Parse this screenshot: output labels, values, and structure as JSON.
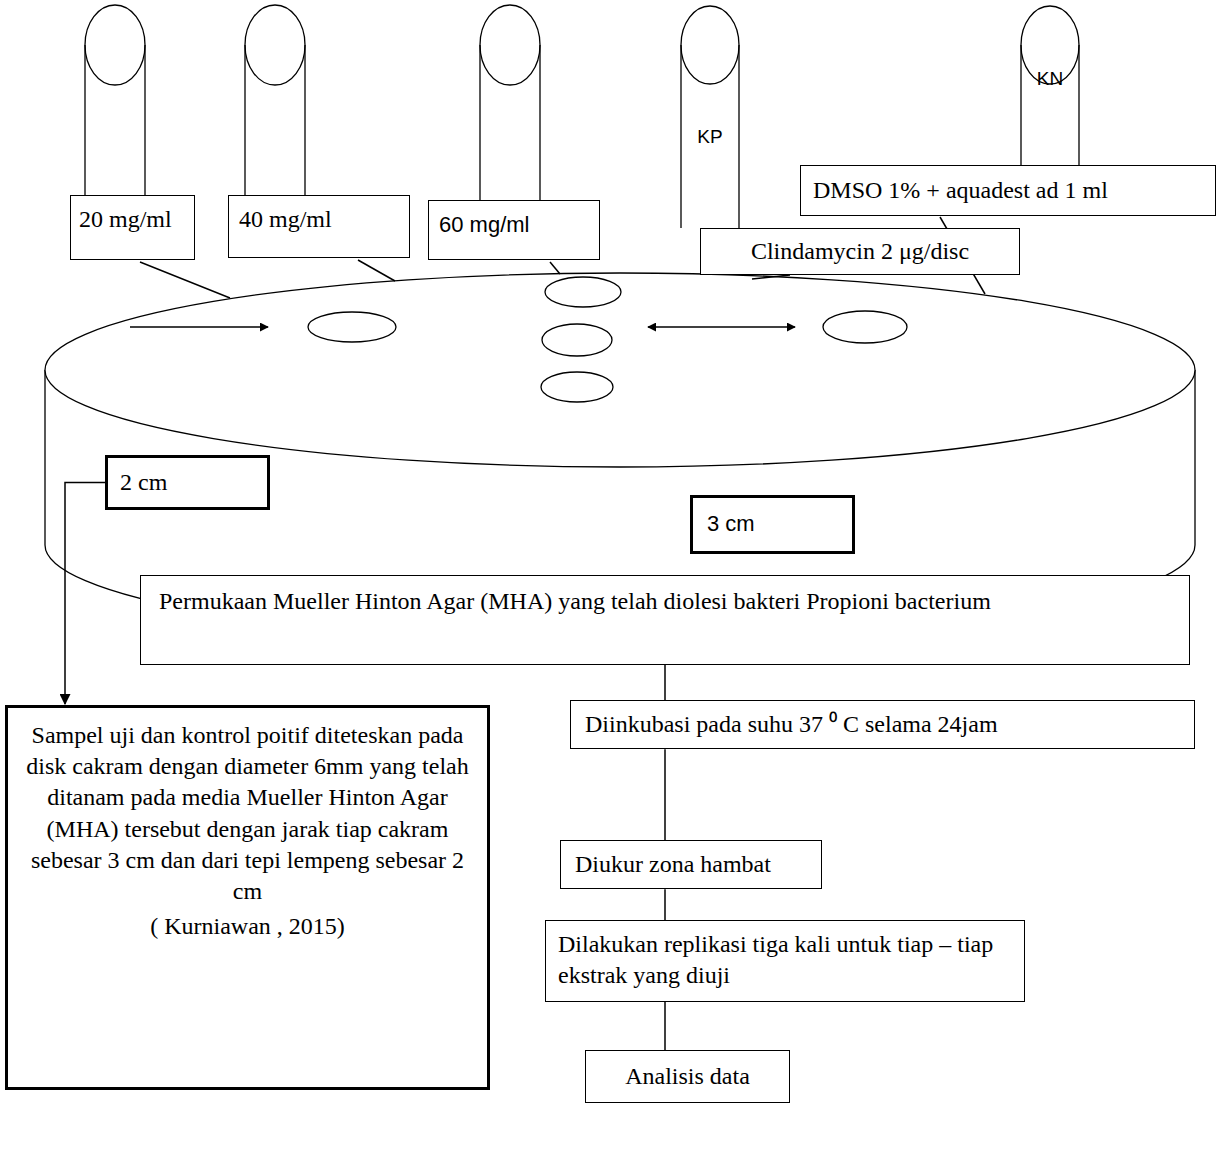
{
  "diagram": {
    "nodes": [
      {
        "text": [
          "20 mg/ml"
        ]
      },
      {
        "text": [
          "40 mg/ml"
        ]
      },
      {
        "text": [
          "60 mg/ml"
        ]
      },
      {
        "text": [
          "KP"
        ]
      },
      {
        "text": [
          "KN"
        ]
      },
      {
        "text": [
          "DMSO 1% + aquadest ad 1 ml"
        ]
      },
      {
        "text": [
          "Clindamycin 2 μg/disc"
        ]
      },
      {
        "text": [
          "2 cm"
        ]
      },
      {
        "text": [
          "3 cm"
        ]
      },
      {
        "text": [
          "Permukaan Mueller Hinton Agar (MHA) yang telah diolesi bakteri Propioni bacterium"
        ]
      },
      {
        "text": [
          "Diinkubasi pada suhu 37 ⁰ C selama 24jam"
        ]
      },
      {
        "text": [
          "Sampel uji dan kontrol poitif diteteskan pada disk cakram dengan diameter 6mm yang telah ditanam pada media Mueller Hinton Agar (MHA) tersebut dengan jarak tiap cakram sebesar 3 cm dan dari tepi lempeng sebesar 2 cm",
          "( Kurniawan , 2015)"
        ]
      },
      {
        "text": [
          "Diukur zona hambat"
        ]
      },
      {
        "text": [
          "Dilakukan replikasi tiga kali untuk tiap – tiap ekstrak yang diuji"
        ]
      },
      {
        "text": [
          "Analisis data"
        ]
      }
    ],
    "edges": [
      {
        "from": 7,
        "to": 11,
        "arrow": "to"
      },
      {
        "from": 9,
        "to": 10,
        "arrow": "none"
      },
      {
        "from": 10,
        "to": 12,
        "arrow": "none"
      },
      {
        "from": 12,
        "to": 13,
        "arrow": "none"
      },
      {
        "from": 13,
        "to": 14,
        "arrow": "none"
      }
    ]
  }
}
